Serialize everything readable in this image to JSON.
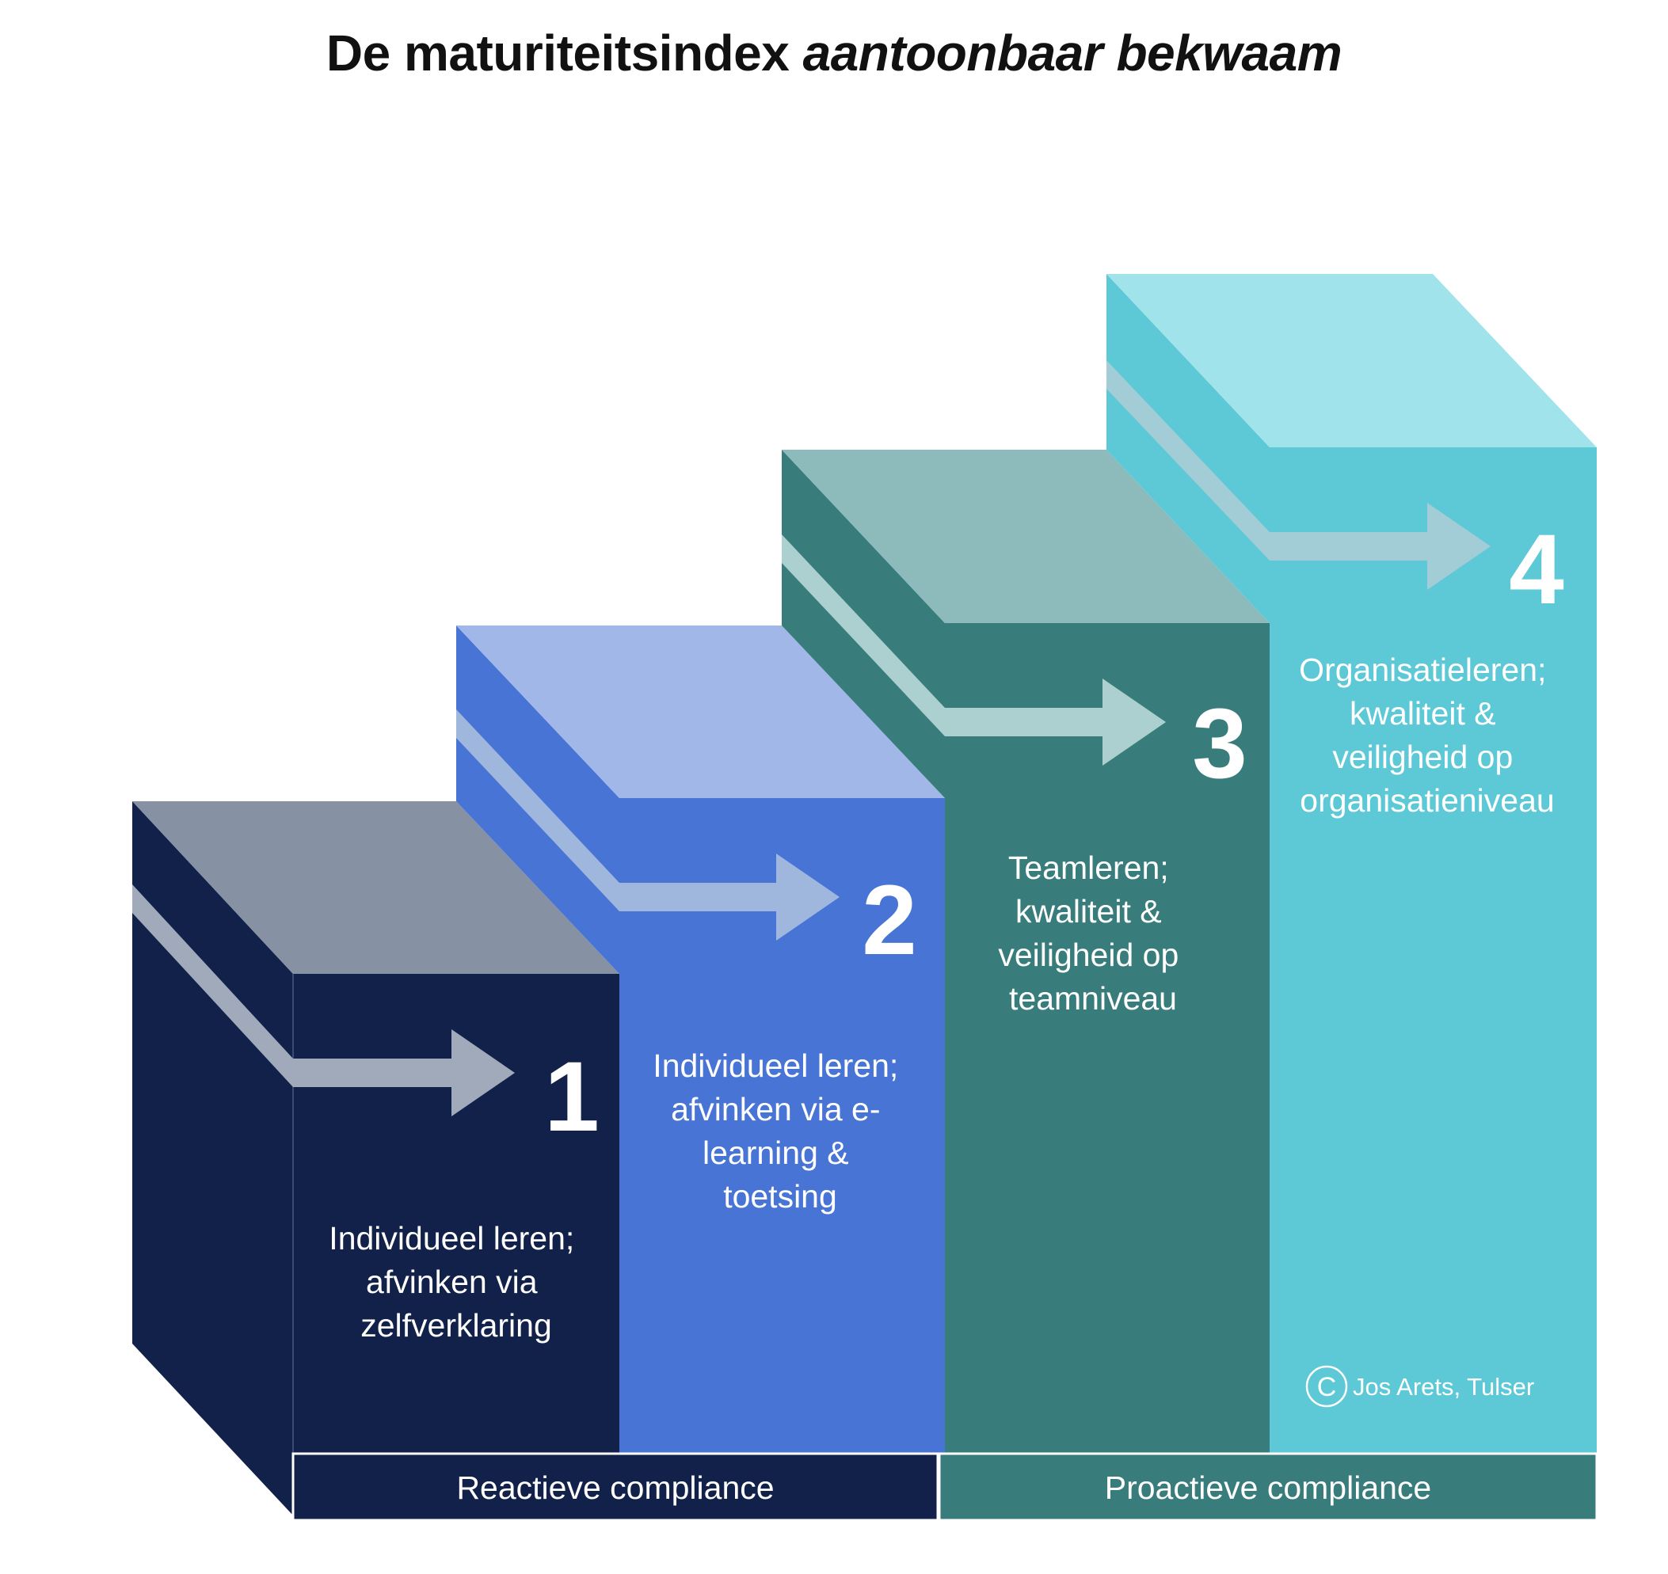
{
  "title": {
    "regular": "De maturiteitsindex ",
    "italic": "aantoonbaar bekwaam"
  },
  "colors": {
    "step1": "#11214A",
    "step2": "#4874D5",
    "step3": "#387D7B",
    "step4": "#5DC8D6",
    "arrow": "#A0AABB"
  },
  "steps": [
    {
      "number": "1",
      "lines": [
        "Individueel leren;",
        "afvinken via",
        "zelfverklaring"
      ]
    },
    {
      "number": "2",
      "lines": [
        "Individueel leren;",
        "afvinken via e-",
        "learning &",
        "toetsing"
      ]
    },
    {
      "number": "3",
      "lines": [
        "Teamleren;",
        "kwaliteit &",
        "veiligheid op",
        "teamniveau"
      ]
    },
    {
      "number": "4",
      "lines": [
        "Organisatieleren;",
        "kwaliteit &",
        "veiligheid op",
        "organisatieniveau"
      ]
    }
  ],
  "compliance": {
    "reactive": "Reactieve compliance",
    "proactive": "Proactieve compliance"
  },
  "credit": {
    "symbol": "C",
    "text": "Jos Arets, Tulser"
  }
}
